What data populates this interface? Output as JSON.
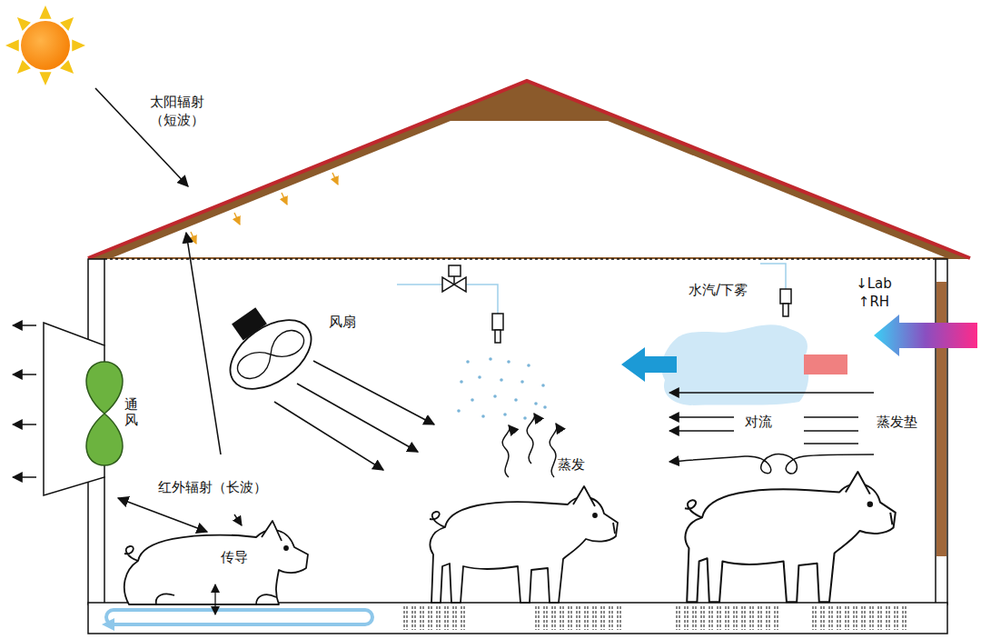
{
  "diagram": {
    "labels": [
      "太阳辐射 （短波）",
      "风扇",
      "通风",
      "水汽/下雾",
      "↓Lab ↑RH",
      "对流",
      "蒸发垫",
      "蒸发",
      "红外辐射（长波）",
      "传导"
    ]
  }
}
